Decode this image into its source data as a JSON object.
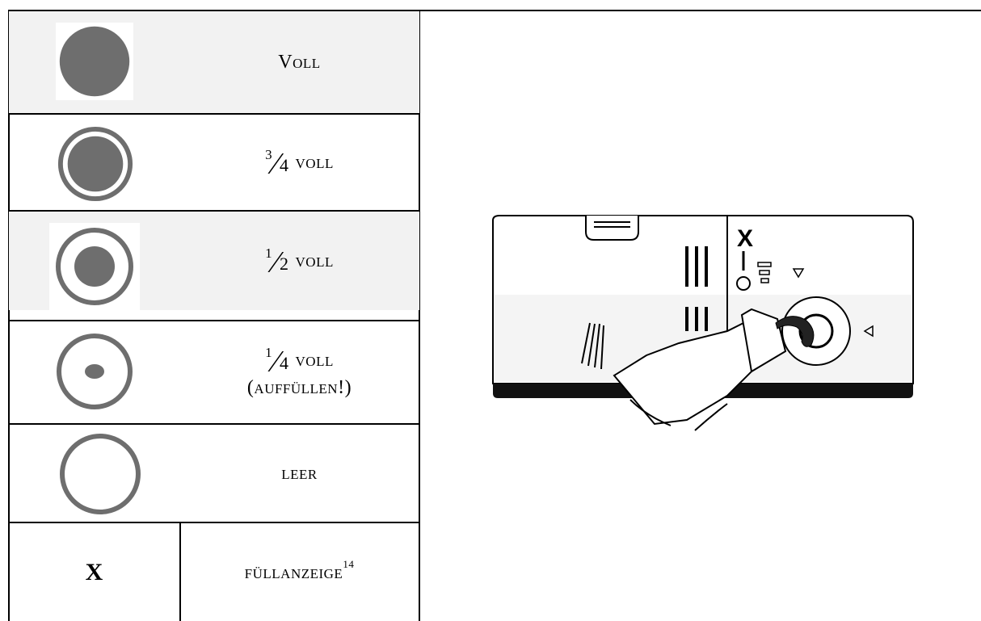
{
  "table": {
    "rows": [
      {
        "icon": "fill-level-full-icon",
        "label": "Voll"
      },
      {
        "icon": "fill-level-three-quarter-icon",
        "fraction": {
          "num": "3",
          "den": "4"
        },
        "label": "voll"
      },
      {
        "icon": "fill-level-half-icon",
        "fraction": {
          "num": "1",
          "den": "2"
        },
        "label": "voll"
      },
      {
        "icon": "fill-level-quarter-icon",
        "fraction": {
          "num": "1",
          "den": "4"
        },
        "label": "voll",
        "label2": "(auffüllen!)"
      },
      {
        "icon": "fill-level-empty-icon",
        "label": "leer"
      },
      {
        "marker": "X",
        "label": "Füllanzeige",
        "footnote": "14"
      }
    ]
  },
  "illustration": {
    "icon": "rinse-aid-dispenser-refill-icon",
    "marker": "X"
  },
  "colors": {
    "indicator": "#6e6e6e",
    "row_shading": "#f2f2f2",
    "line": "#000000"
  }
}
